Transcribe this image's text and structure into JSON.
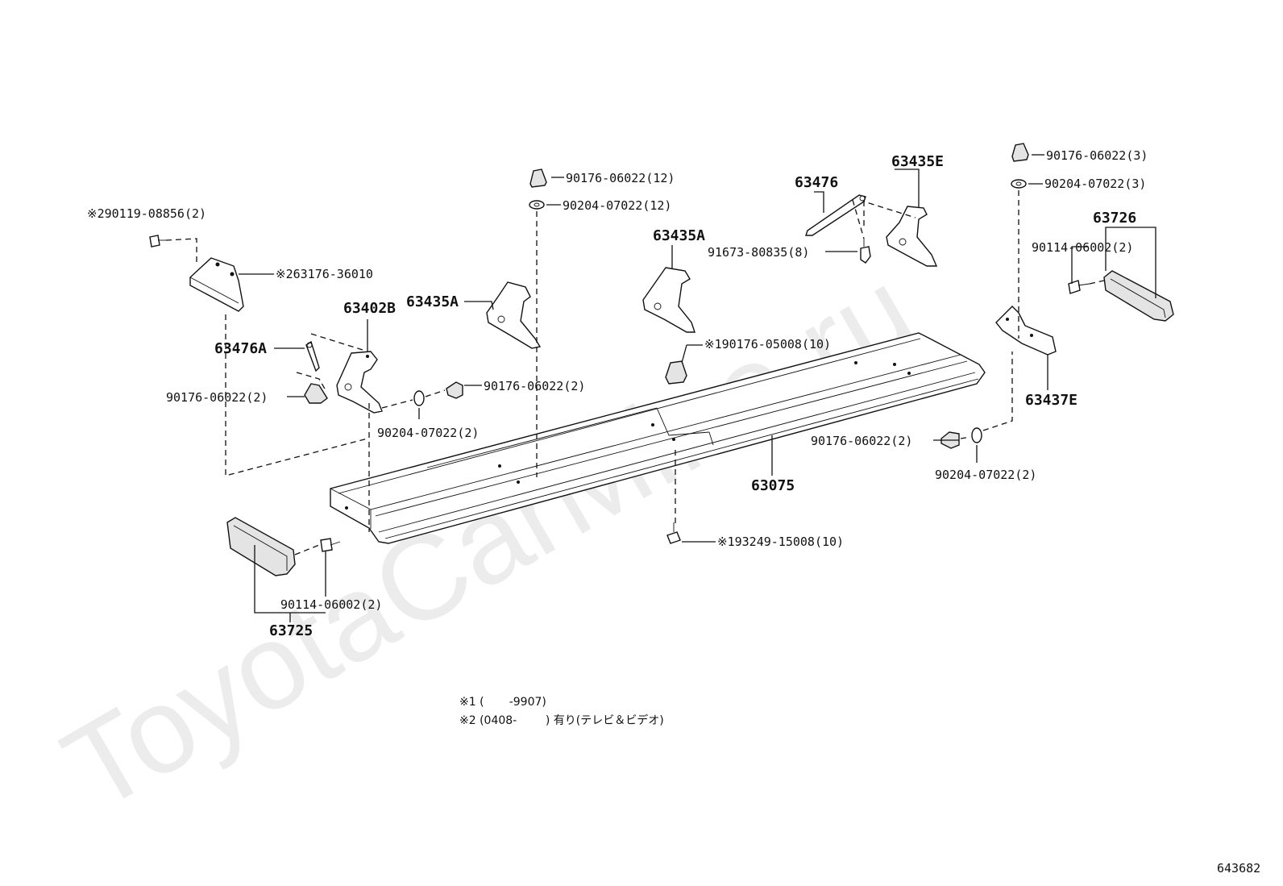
{
  "watermark": "ToyotaCarMine.ru",
  "diagram_id": "643682",
  "notes": [
    "※1 (       -9907)",
    "※2 (0408-        ) 有り(テレビ＆ビデオ)"
  ],
  "parts": {
    "p_63075": "63075",
    "p_63725": "63725",
    "p_63726": "63726",
    "p_63402B": "63402B",
    "p_63435A_left": "63435A",
    "p_63435A_mid": "63435A",
    "p_63435E": "63435E",
    "p_63476": "63476",
    "p_63476A": "63476A",
    "p_63437E": "63437E",
    "p_90176_06022_12": "90176-06022(12)",
    "p_90204_07022_12": "90204-07022(12)",
    "p_90176_06022_3": "90176-06022(3)",
    "p_90204_07022_3": "90204-07022(3)",
    "p_90119_08856": "※290119-08856(2)",
    "p_63176_36010": "※263176-36010",
    "p_91673_80835": "91673-80835(8)",
    "p_90114_06002_right": "90114-06002(2)",
    "p_90176_05008": "※190176-05008(10)",
    "p_90176_06022_2_left": "90176-06022(2)",
    "p_90176_06022_2_mid": "90176-06022(2)",
    "p_90204_07022_2_left": "90204-07022(2)",
    "p_90176_06022_2_right": "90176-06022(2)",
    "p_90204_07022_2_right": "90204-07022(2)",
    "p_93249_15008": "※193249-15008(10)",
    "p_90114_06002_left": "90114-06002(2)"
  }
}
